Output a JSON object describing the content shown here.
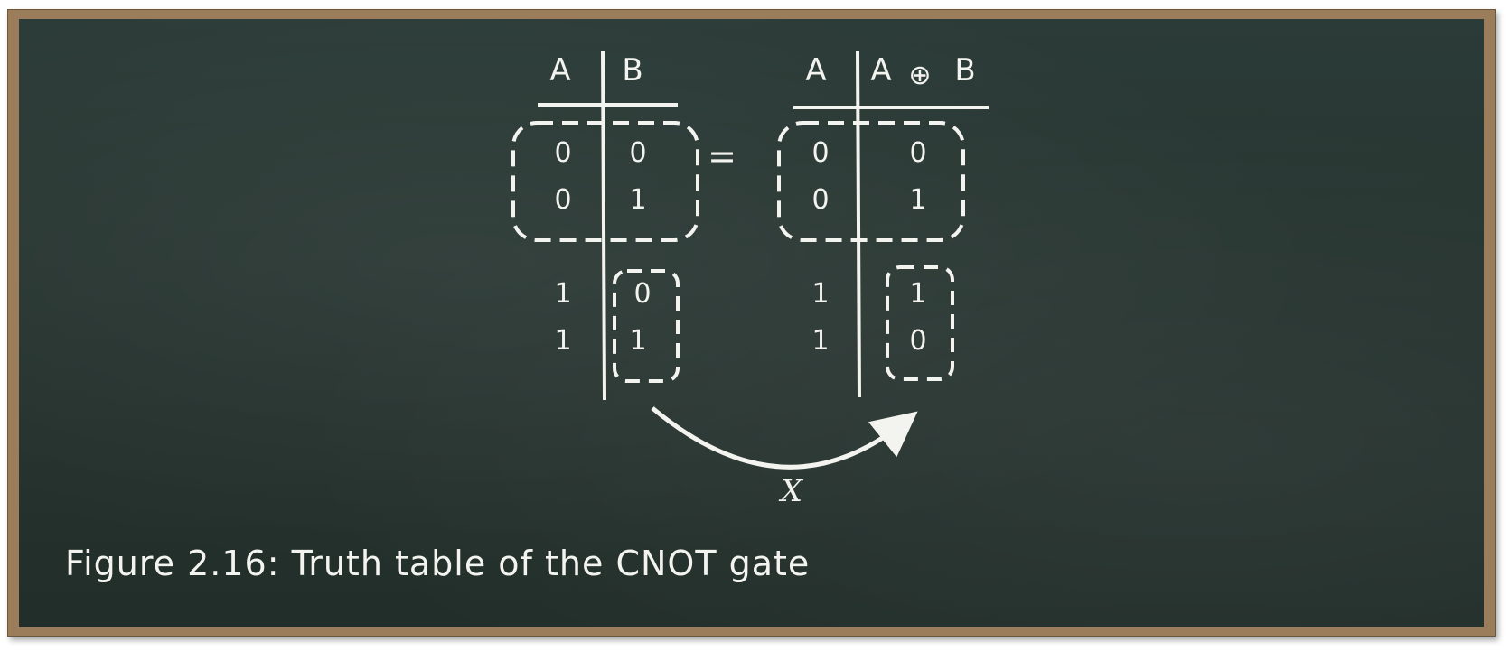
{
  "left_table": {
    "header_a": "A",
    "header_b": "B",
    "rows": [
      {
        "a": "0",
        "b": "0"
      },
      {
        "a": "0",
        "b": "1"
      },
      {
        "a": "1",
        "b": "0"
      },
      {
        "a": "1",
        "b": "1"
      }
    ]
  },
  "equals_sign": "=",
  "right_table": {
    "header_a": "A",
    "header_xor_a": "A",
    "header_xor_symbol": "⊕",
    "header_xor_b": "B",
    "rows": [
      {
        "a": "0",
        "b": "0"
      },
      {
        "a": "0",
        "b": "1"
      },
      {
        "a": "1",
        "b": "1"
      },
      {
        "a": "1",
        "b": "0"
      }
    ]
  },
  "arrow_label": "X",
  "caption": "Figure 2.16:  Truth table of the CNOT gate",
  "colors": {
    "board": "#26332f",
    "chalk": "#f3f3f0",
    "frame": "#9b7d5c"
  }
}
